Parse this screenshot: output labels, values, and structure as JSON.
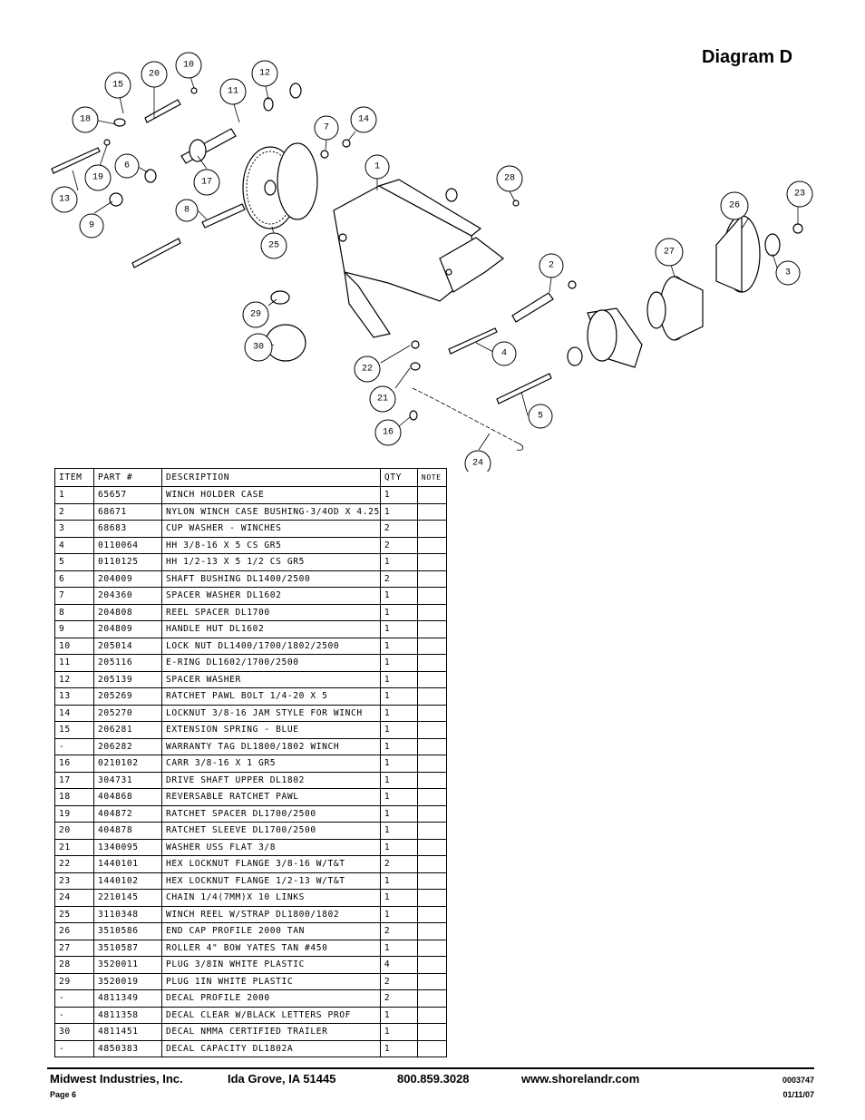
{
  "page": {
    "title": "Diagram D"
  },
  "callouts": [
    {
      "label": "15"
    },
    {
      "label": "20"
    },
    {
      "label": "10"
    },
    {
      "label": "11"
    },
    {
      "label": "12"
    },
    {
      "label": "18"
    },
    {
      "label": "7"
    },
    {
      "label": "14"
    },
    {
      "label": "6"
    },
    {
      "label": "19"
    },
    {
      "label": "1"
    },
    {
      "label": "28"
    },
    {
      "label": "17"
    },
    {
      "label": "13"
    },
    {
      "label": "8"
    },
    {
      "label": "9"
    },
    {
      "label": "25"
    },
    {
      "label": "23"
    },
    {
      "label": "26"
    },
    {
      "label": "27"
    },
    {
      "label": "2"
    },
    {
      "label": "3"
    },
    {
      "label": "29"
    },
    {
      "label": "30"
    },
    {
      "label": "4"
    },
    {
      "label": "22"
    },
    {
      "label": "21"
    },
    {
      "label": "5"
    },
    {
      "label": "16"
    },
    {
      "label": "24"
    }
  ],
  "table": {
    "headers": {
      "item": "ITEM",
      "part": "PART #",
      "description": "DESCRIPTION",
      "qty": "QTY",
      "note": "NOTE"
    },
    "rows": [
      {
        "item": "1",
        "part": "65657",
        "description": "WINCH HOLDER CASE",
        "qty": "1",
        "note": ""
      },
      {
        "item": "2",
        "part": "68671",
        "description": "NYLON WINCH CASE BUSHING-3/4OD X 4.25",
        "qty": "1",
        "note": ""
      },
      {
        "item": "3",
        "part": "68683",
        "description": "CUP WASHER - WINCHES",
        "qty": "2",
        "note": ""
      },
      {
        "item": "4",
        "part": "0110064",
        "description": "HH 3/8-16 X 5 CS GR5",
        "qty": "2",
        "note": ""
      },
      {
        "item": "5",
        "part": "0110125",
        "description": "HH 1/2-13 X 5 1/2 CS GR5",
        "qty": "1",
        "note": ""
      },
      {
        "item": "6",
        "part": "204009",
        "description": "SHAFT BUSHING  DL1400/2500",
        "qty": "2",
        "note": ""
      },
      {
        "item": "7",
        "part": "204360",
        "description": "SPACER WASHER  DL1602",
        "qty": "1",
        "note": ""
      },
      {
        "item": "8",
        "part": "204808",
        "description": "REEL SPACER  DL1700",
        "qty": "1",
        "note": ""
      },
      {
        "item": "9",
        "part": "204809",
        "description": "HANDLE HUT  DL1602",
        "qty": "1",
        "note": ""
      },
      {
        "item": "10",
        "part": "205014",
        "description": "LOCK NUT  DL1400/1700/1802/2500",
        "qty": "1",
        "note": ""
      },
      {
        "item": "11",
        "part": "205116",
        "description": "E-RING DL1602/1700/2500",
        "qty": "1",
        "note": ""
      },
      {
        "item": "12",
        "part": "205139",
        "description": "SPACER WASHER",
        "qty": "1",
        "note": ""
      },
      {
        "item": "13",
        "part": "205269",
        "description": "RATCHET PAWL BOLT 1/4-20 X 5",
        "qty": "1",
        "note": ""
      },
      {
        "item": "14",
        "part": "205270",
        "description": "LOCKNUT 3/8-16 JAM STYLE FOR WINCH",
        "qty": "1",
        "note": ""
      },
      {
        "item": "15",
        "part": "206281",
        "description": "EXTENSION SPRING - BLUE",
        "qty": "1",
        "note": ""
      },
      {
        "item": "-",
        "part": "206282",
        "description": "WARRANTY TAG DL1800/1802 WINCH",
        "qty": "1",
        "note": ""
      },
      {
        "item": "16",
        "part": "0210102",
        "description": "CARR 3/8-16 X 1 GR5",
        "qty": "1",
        "note": ""
      },
      {
        "item": "17",
        "part": "304731",
        "description": "DRIVE SHAFT UPPER  DL1802",
        "qty": "1",
        "note": ""
      },
      {
        "item": "18",
        "part": "404868",
        "description": "REVERSABLE RATCHET PAWL",
        "qty": "1",
        "note": ""
      },
      {
        "item": "19",
        "part": "404872",
        "description": "RATCHET SPACER  DL1700/2500",
        "qty": "1",
        "note": ""
      },
      {
        "item": "20",
        "part": "404878",
        "description": "RATCHET SLEEVE  DL1700/2500",
        "qty": "1",
        "note": ""
      },
      {
        "item": "21",
        "part": "1340095",
        "description": "WASHER USS FLAT 3/8",
        "qty": "1",
        "note": ""
      },
      {
        "item": "22",
        "part": "1440101",
        "description": "HEX LOCKNUT FLANGE 3/8-16 W/T&T",
        "qty": "2",
        "note": ""
      },
      {
        "item": "23",
        "part": "1440102",
        "description": "HEX LOCKNUT FLANGE 1/2-13 W/T&T",
        "qty": "1",
        "note": ""
      },
      {
        "item": "24",
        "part": "2210145",
        "description": "CHAIN 1/4(7MM)X 10 LINKS",
        "qty": "1",
        "note": ""
      },
      {
        "item": "25",
        "part": "3110348",
        "description": "WINCH REEL W/STRAP  DL1800/1802",
        "qty": "1",
        "note": ""
      },
      {
        "item": "26",
        "part": "3510586",
        "description": "END CAP PROFILE 2000 TAN",
        "qty": "2",
        "note": ""
      },
      {
        "item": "27",
        "part": "3510587",
        "description": "ROLLER 4\" BOW YATES TAN #450",
        "qty": "1",
        "note": ""
      },
      {
        "item": "28",
        "part": "3520011",
        "description": "PLUG  3/8IN WHITE PLASTIC",
        "qty": "4",
        "note": ""
      },
      {
        "item": "29",
        "part": "3520019",
        "description": "PLUG  1IN WHITE PLASTIC",
        "qty": "2",
        "note": ""
      },
      {
        "item": "-",
        "part": "4811349",
        "description": "DECAL PROFILE 2000",
        "qty": "2",
        "note": ""
      },
      {
        "item": "-",
        "part": "4811358",
        "description": "DECAL CLEAR W/BLACK LETTERS PROF",
        "qty": "1",
        "note": ""
      },
      {
        "item": "30",
        "part": "4811451",
        "description": " DECAL NMMA CERTIFIED TRAILER",
        "qty": "1",
        "note": ""
      },
      {
        "item": "-",
        "part": "4850383",
        "description": "DECAL CAPACITY DL1802A",
        "qty": "1",
        "note": ""
      }
    ]
  },
  "footer": {
    "company": "Midwest Industries, Inc.",
    "location": "Ida Grove, IA  51445",
    "phone": "800.859.3028",
    "website": "www.shorelandr.com",
    "page": "Page 6",
    "doc_number": "0003747",
    "date": "01/11/07"
  }
}
